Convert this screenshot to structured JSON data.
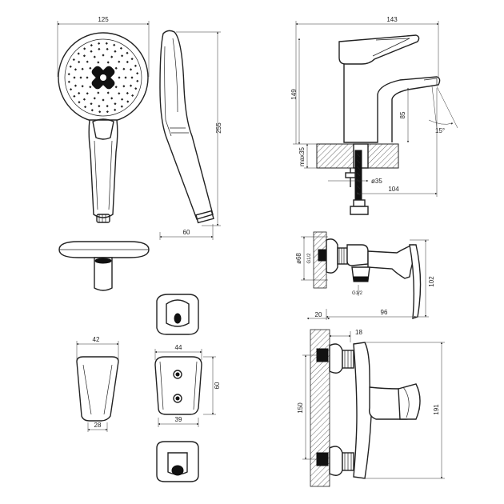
{
  "dimensions": {
    "head_width": "125",
    "handle_length": "255",
    "profile_depth": "60",
    "holder_top_width": "42",
    "holder_bottom_width": "28",
    "bracket_width": "44",
    "bracket_height": "60",
    "bracket_base_width": "39",
    "basin_width": "143",
    "basin_height": "149",
    "basin_spout_height": "85",
    "basin_angle": "15°",
    "basin_max_thickness": "max35",
    "basin_hole": "ø35",
    "basin_reach": "104",
    "shower_rosette": "ø68",
    "shower_thread": "G1/2",
    "shower_thread_low": "G1/2",
    "shower_height": "102",
    "shower_reach": "96",
    "bath_wall": "20",
    "bath_offset": "18",
    "bath_centers": "150",
    "bath_height": "191"
  },
  "colors": {
    "line": "#222222",
    "fill": "#111111"
  }
}
